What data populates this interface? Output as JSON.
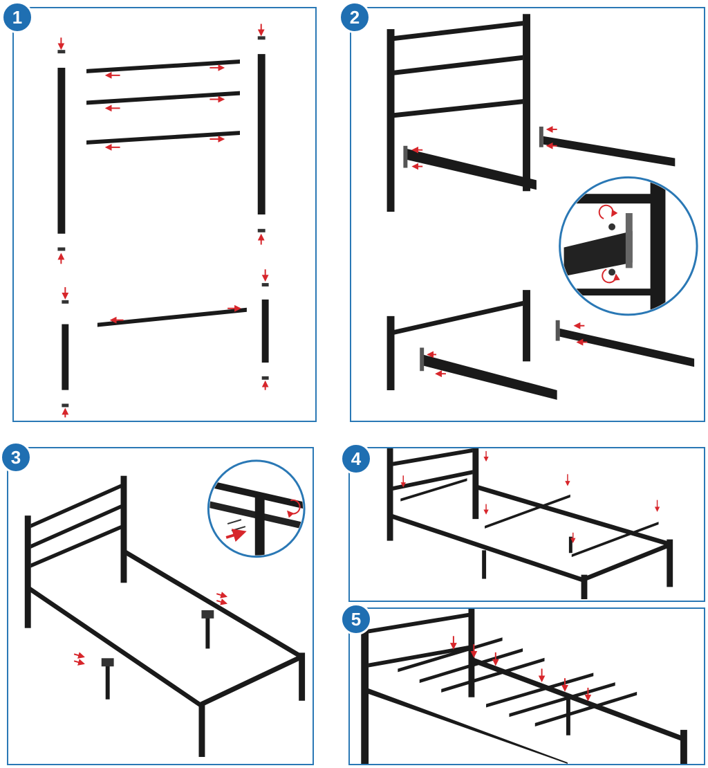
{
  "steps": [
    {
      "number": "1"
    },
    {
      "number": "2"
    },
    {
      "number": "3"
    },
    {
      "number": "4"
    },
    {
      "number": "5"
    }
  ],
  "colors": {
    "border": "#2a78b5",
    "badge": "#1f6fb2",
    "metal": "#1a1a1a",
    "arrow": "#d7262b"
  }
}
